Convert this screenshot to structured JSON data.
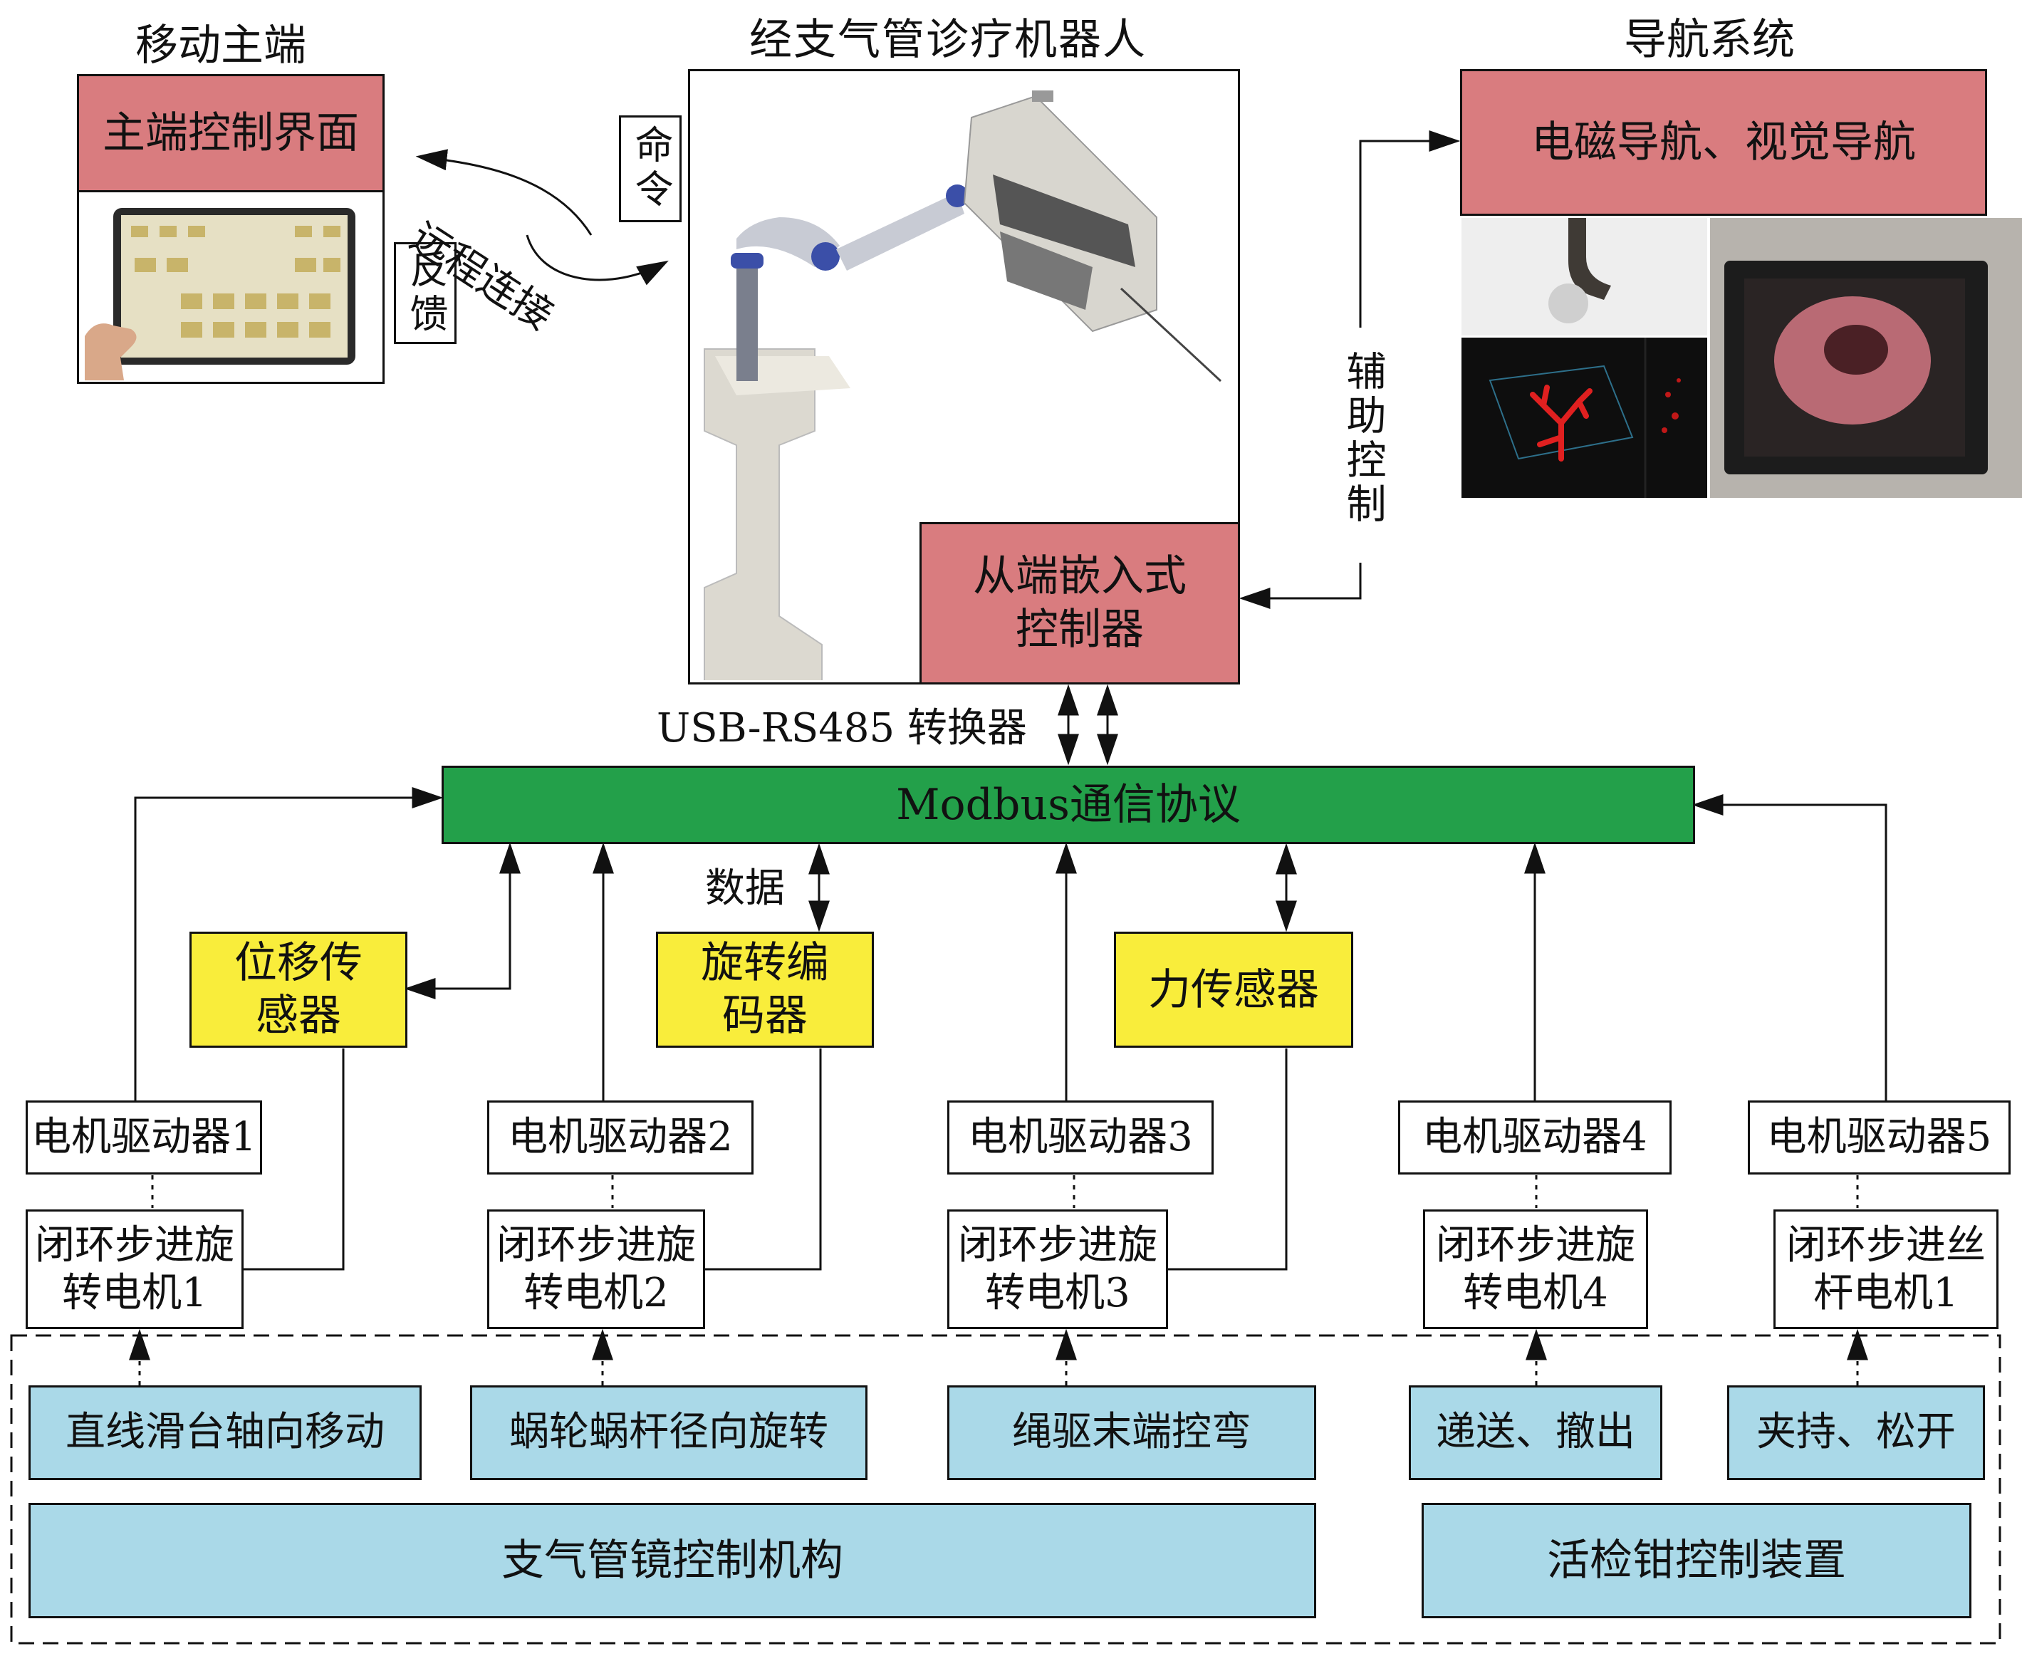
{
  "titles": {
    "mobile_master": "移动主端",
    "robot": "经支气管诊疗机器人",
    "navigation": "导航系统"
  },
  "master_ui_box": "主端控制界面",
  "command_label": "命令",
  "feedback_label": "反馈",
  "remote_link_label": "远程连接",
  "slave_controller": "从端嵌入式控制器",
  "nav_box": "电磁导航、视觉导航",
  "aux_control_label": "辅助控制",
  "usb_converter_label": "USB-RS485 转换器",
  "modbus_bar": "Modbus通信协议",
  "data_label": "数据",
  "sensors": {
    "displacement": "位移传感器",
    "rotary_encoder": "旋转编码器",
    "force": "力传感器"
  },
  "drivers": [
    "电机驱动器1",
    "电机驱动器2",
    "电机驱动器3",
    "电机驱动器4",
    "电机驱动器5"
  ],
  "motors": [
    "闭环步进旋转电机1",
    "闭环步进旋转电机2",
    "闭环步进旋转电机3",
    "闭环步进旋转电机4",
    "闭环步进丝杆电机1"
  ],
  "mechanisms": [
    "直线滑台轴向移动",
    "蜗轮蜗杆径向旋转",
    "绳驱末端控弯",
    "递送、撤出",
    "夹持、松开"
  ],
  "bronchoscope_control": "支气管镜控制机构",
  "forceps_control": "活检钳控制装置",
  "colors": {
    "pink": "#d97c7f",
    "green": "#23a04a",
    "yellow": "#f9ed3b",
    "light_blue": "#aad9e8"
  }
}
